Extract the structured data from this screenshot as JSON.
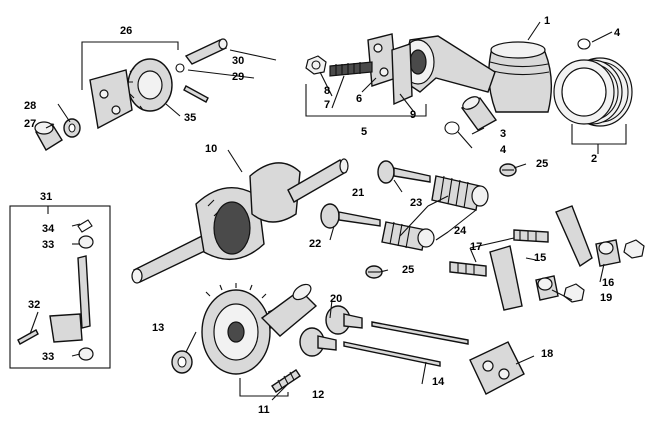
{
  "callouts": {
    "c1": "1",
    "c2": "2",
    "c3": "3",
    "c4a": "4",
    "c4b": "4",
    "c5": "5",
    "c6": "6",
    "c7": "7",
    "c8": "8",
    "c9": "9",
    "c10": "10",
    "c11": "11",
    "c12": "12",
    "c13": "13",
    "c14": "14",
    "c15": "15",
    "c16": "16",
    "c17": "17",
    "c18": "18",
    "c19": "19",
    "c20": "20",
    "c21": "21",
    "c22": "22",
    "c23": "23",
    "c24": "24",
    "c25a": "25",
    "c25b": "25",
    "c26": "26",
    "c27": "27",
    "c28": "28",
    "c29": "29",
    "c30": "30",
    "c31": "31",
    "c32": "32",
    "c33a": "33",
    "c33b": "33",
    "c34": "34",
    "c35": "35"
  }
}
